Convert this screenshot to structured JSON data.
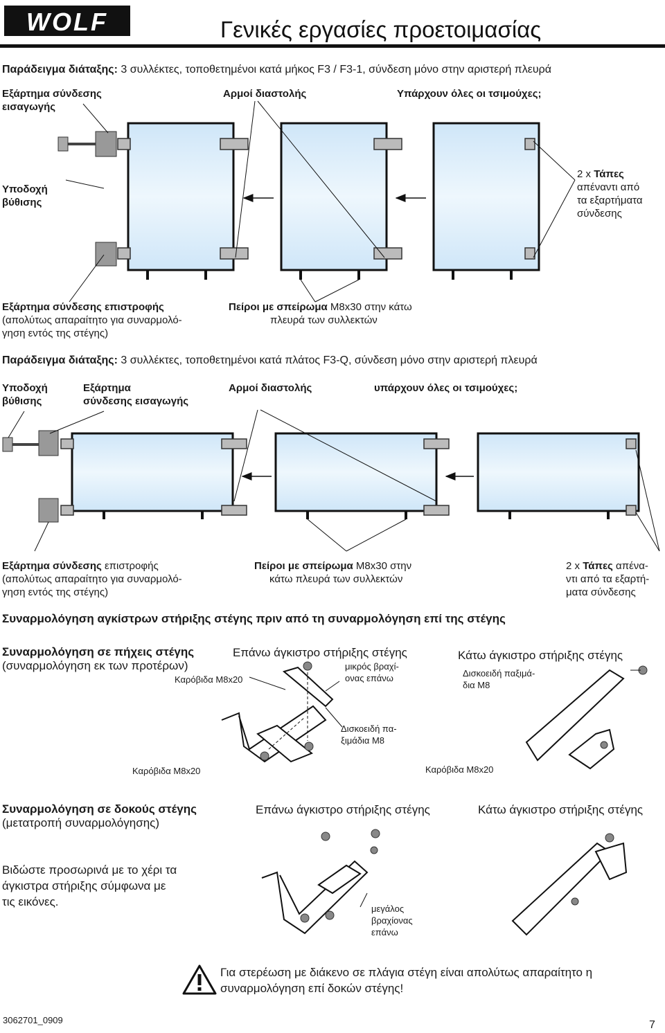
{
  "header": {
    "logo": "WOLF",
    "title": "Γενικές εργασίες προετοιμασίας"
  },
  "example1": {
    "heading_bold": "Παράδειγμα διάταξης:",
    "heading_rest": " 3 συλλέκτες, τοποθετημένοι κατά μήκος F3 / F3-1, σύνδεση μόνο στην αριστερή πλευρά",
    "label_inlet_line1": "Εξάρτημα σύνδεσης",
    "label_inlet_line2": "εισαγωγής",
    "label_expansion": "Αρμοί διαστολής",
    "label_glands": "Υπάρχουν όλες οι τσιμούχες;",
    "label_drain_line1": "Υποδοχή",
    "label_drain_line2": "βύθισης",
    "label_caps_line1_a": "2 x ",
    "label_caps_line1_b": "Τάπες",
    "label_caps_line2": "απέναντι από",
    "label_caps_line3": "τα εξαρτήματα",
    "label_caps_line4": "σύνδεσης",
    "label_return_line1": "Εξάρτημα σύνδεσης επιστροφής",
    "label_return_line2": "(απολύτως απαραίτητο για συναρμολό-",
    "label_return_line3": "γηση εντός της στέγης)",
    "label_pins_bold": "Πείροι με σπείρωμα",
    "label_pins_rest": " M8x30 στην κάτω",
    "label_pins_line2": "πλευρά των συλλεκτών"
  },
  "example2": {
    "heading_bold": "Παράδειγμα διάταξης:",
    "heading_rest": " 3 συλλέκτες, τοποθετημένοι κατά πλάτος F3-Q, σύνδεση μόνο στην αριστερή πλευρά",
    "label_drain_line1": "Υποδοχή",
    "label_drain_line2": "βύθισης",
    "label_inlet_line1": "Εξάρτημα",
    "label_inlet_line2": "σύνδεσης εισαγωγής",
    "label_expansion": "Αρμοί διαστολής",
    "label_glands": "υπάρχουν όλες οι τσιμούχες;",
    "label_return_line1a": "Εξάρτημα σύνδεσης",
    "label_return_line1b": " επιστροφής",
    "label_return_line2": "(απολύτως απαραίτητο για συναρμολό-",
    "label_return_line3": "γηση εντός της στέγης)",
    "label_pins_bold": "Πείροι με σπείρωμα",
    "label_pins_rest": " M8x30 στην",
    "label_pins_line2": "κάτω πλευρά των συλλεκτών",
    "label_caps_a": "2 x ",
    "label_caps_b": "Τάπες",
    "label_caps_c": " απένα-",
    "label_caps_line2": "ντι από τα εξαρτή-",
    "label_caps_line3": "ματα σύνδεσης"
  },
  "hooks": {
    "section_title": "Συναρμολόγηση αγκίστρων στήριξης στέγης πριν από τη συναρμολόγηση επί της στέγης",
    "rafter_title": "Συναρμολόγηση σε πήχεις στέγης",
    "rafter_sub": "(συναρμολόγηση εκ των προτέρων)",
    "upper_hook": "Επάνω άγκιστρο στήριξης στέγης",
    "lower_hook": "Κάτω άγκιστρο στήριξης στέγης",
    "carriage_bolt": "Καρόβιδα M8x20",
    "short_arm_line1": "μικρός βραχί-",
    "short_arm_line2": "ονας επάνω",
    "disc_washer_1a": "Δισκοειδή πα-",
    "disc_washer_1b": "ξιμάδια M8",
    "disc_washer_2a": "Δισκοειδή παξιμά-",
    "disc_washer_2b": "δια M8",
    "carriage_bolt_2": "Καρόβιδα M8x20",
    "carriage_bolt_3": "Καρόβιδα M8x20",
    "beam_title": "Συναρμολόγηση σε δοκούς στέγης",
    "beam_sub": "(μετατροπή συναρμολόγησης)",
    "upper_hook_2": "Επάνω άγκιστρο στήριξης στέγης",
    "lower_hook_2": "Κάτω άγκιστρο στήριξης στέγης",
    "instruction_line1": "Βιδώστε προσωρινά με το χέρι τα",
    "instruction_line2": "άγκιστρα στήριξης σύμφωνα με",
    "instruction_line3": "τις εικόνες.",
    "long_arm_line1": "μεγάλος",
    "long_arm_line2": "βραχίονας",
    "long_arm_line3": "επάνω"
  },
  "warning": {
    "line1": "Για στερέωση με διάκενο σε πλάγια στέγη είναι απολύτως απαραίτητο η",
    "line2": "συναρμολόγηση επί δοκών στέγης!"
  },
  "footer": {
    "doc_code": "3062701_0909",
    "page_number": "7"
  }
}
